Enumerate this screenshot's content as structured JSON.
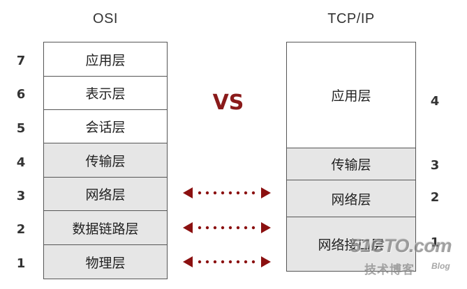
{
  "osi": {
    "title": "OSI",
    "layers": [
      {
        "num": "7",
        "label": "应用层"
      },
      {
        "num": "6",
        "label": "表示层"
      },
      {
        "num": "5",
        "label": "会话层"
      },
      {
        "num": "4",
        "label": "传输层"
      },
      {
        "num": "3",
        "label": "网络层"
      },
      {
        "num": "2",
        "label": "数据链路层"
      },
      {
        "num": "1",
        "label": "物理层"
      }
    ]
  },
  "tcpip": {
    "title": "TCP/IP",
    "layers": [
      {
        "num": "4",
        "label": "应用层"
      },
      {
        "num": "3",
        "label": "传输层"
      },
      {
        "num": "2",
        "label": "网络层"
      },
      {
        "num": "1",
        "label": "网络接口层"
      }
    ]
  },
  "vs_label": "VS",
  "colors": {
    "white_layer": "#ffffff",
    "gray_layer": "#e6e6e6",
    "arrow": "#8b1010",
    "vs": "#8a1a1a"
  },
  "watermark": {
    "site": "51CTO.com",
    "tagline": "技术博客",
    "blog": "Blog"
  }
}
